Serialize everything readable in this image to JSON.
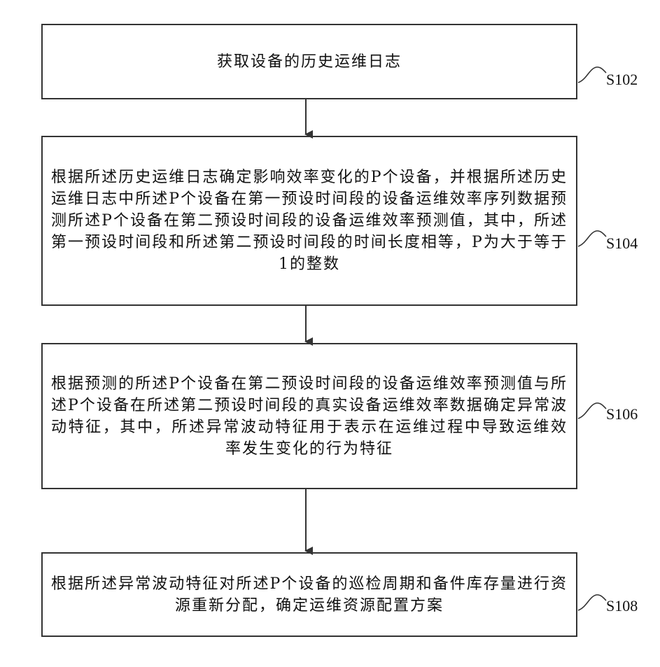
{
  "steps": [
    {
      "id": "S102",
      "label": "S102",
      "text": "获取设备的历史运维日志"
    },
    {
      "id": "S104",
      "label": "S104",
      "text": "根据所述历史运维日志确定影响效率变化的P个设备，并根据所述历史运维日志中所述P个设备在第一预设时间段的设备运维效率序列数据预测所述P个设备在第二预设时间段的设备运维效率预测值，其中，所述第一预设时间段和所述第二预设时间段的时间长度相等，P为大于等于1的整数"
    },
    {
      "id": "S106",
      "label": "S106",
      "text": "根据预测的所述P个设备在第二预设时间段的设备运维效率预测值与所述P个设备在所述第二预设时间段的真实设备运维效率数据确定异常波动特征，其中，所述异常波动特征用于表示在运维过程中导致运维效率发生变化的行为特征"
    },
    {
      "id": "S108",
      "label": "S108",
      "text": "根据所述异常波动特征对所述P个设备的巡检周期和备件库存量进行资源重新分配，确定运维资源配置方案"
    }
  ]
}
